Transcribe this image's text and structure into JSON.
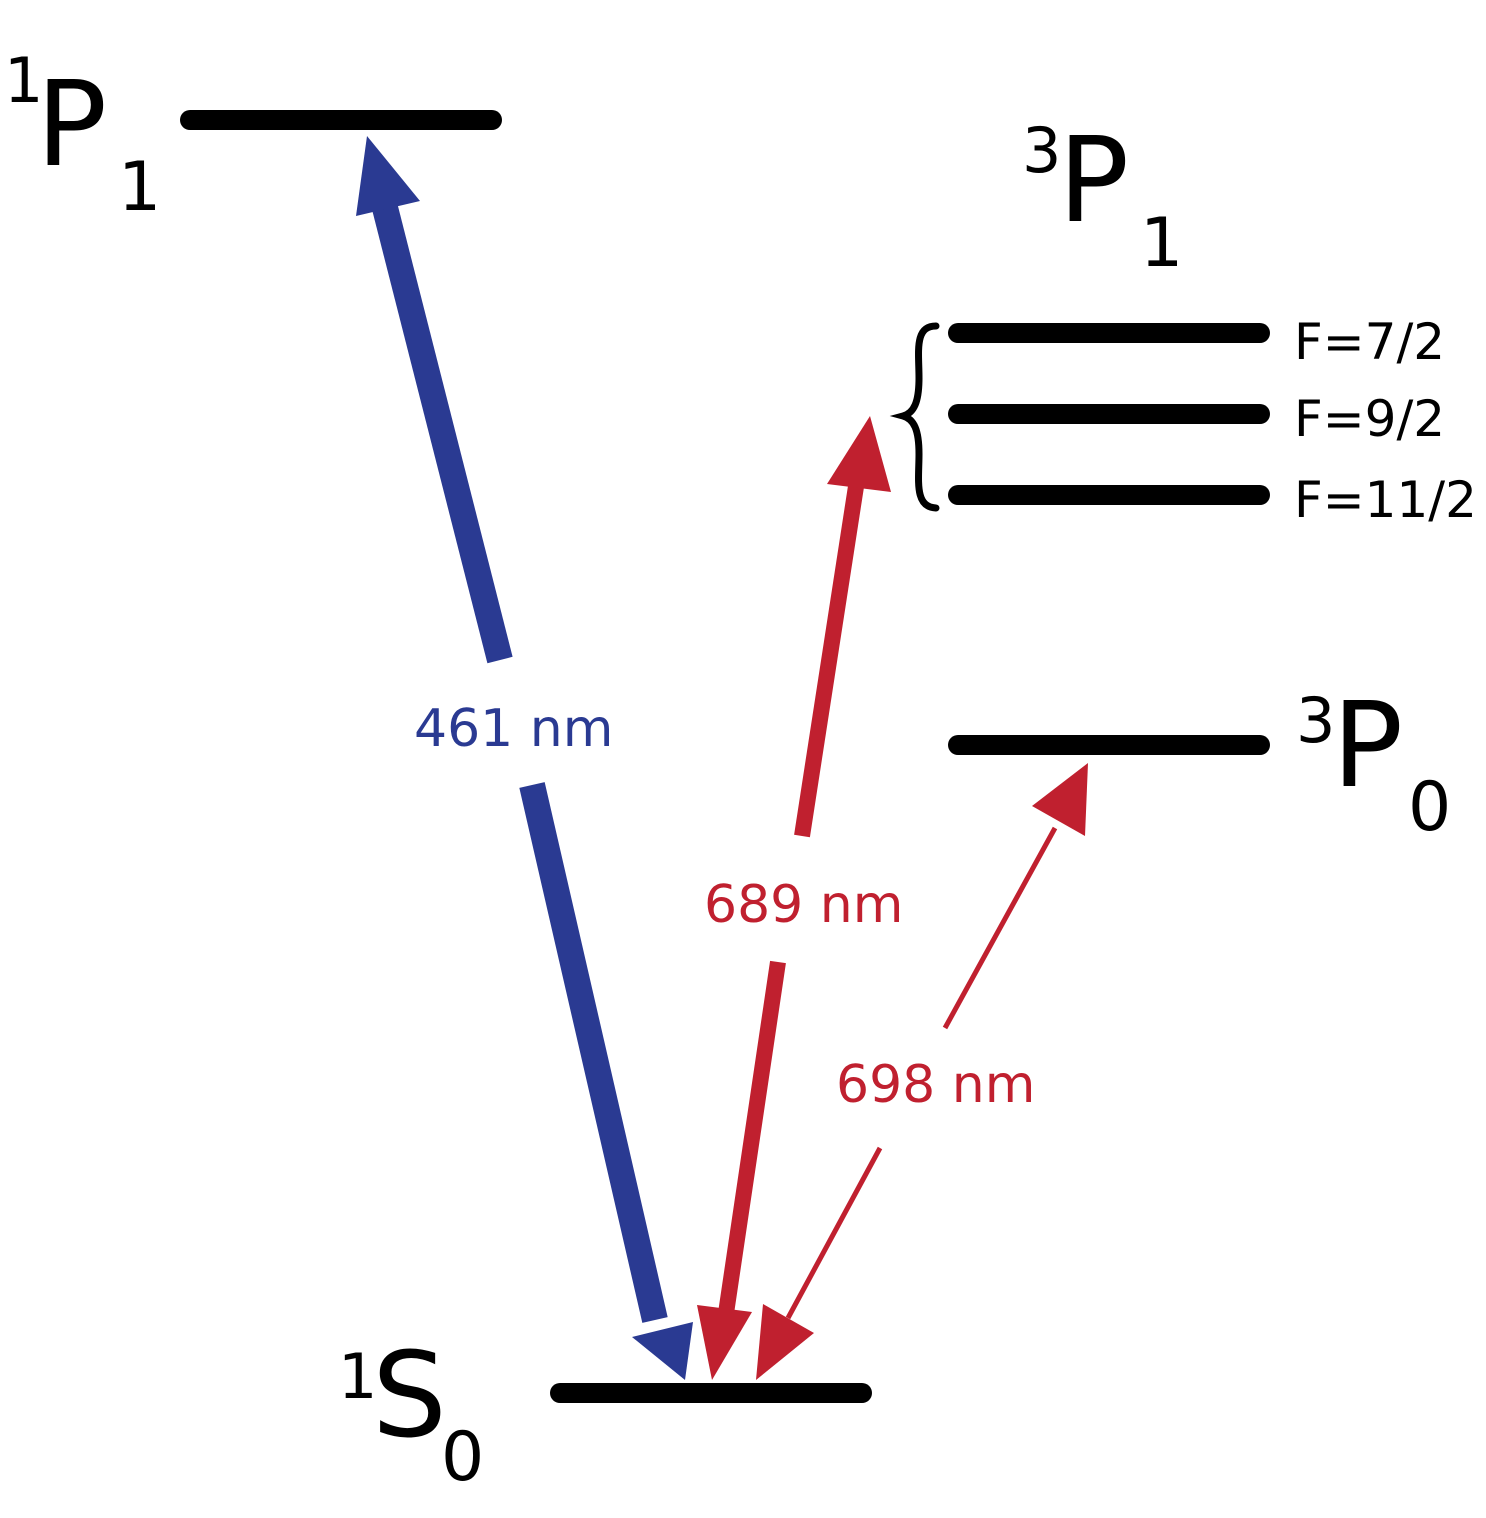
{
  "colors": {
    "level": "#000000",
    "blue_transition": "#2a3a92",
    "red_transition": "#c0202f",
    "background": "#ffffff"
  },
  "levels": {
    "p1_singlet": {
      "sup": "1",
      "main": "P",
      "sub": "1"
    },
    "p1_triplet": {
      "sup": "3",
      "main": "P",
      "sub": "1"
    },
    "p0_triplet": {
      "sup": "3",
      "main": "P",
      "sub": "0"
    },
    "s0_singlet": {
      "sup": "1",
      "main": "S",
      "sub": "0"
    }
  },
  "hyperfine": {
    "f1": "F=7/2",
    "f2": "F=9/2",
    "f3": "F=11/2"
  },
  "transitions": {
    "blue": "461 nm",
    "red1": "689 nm",
    "red2": "698 nm"
  }
}
